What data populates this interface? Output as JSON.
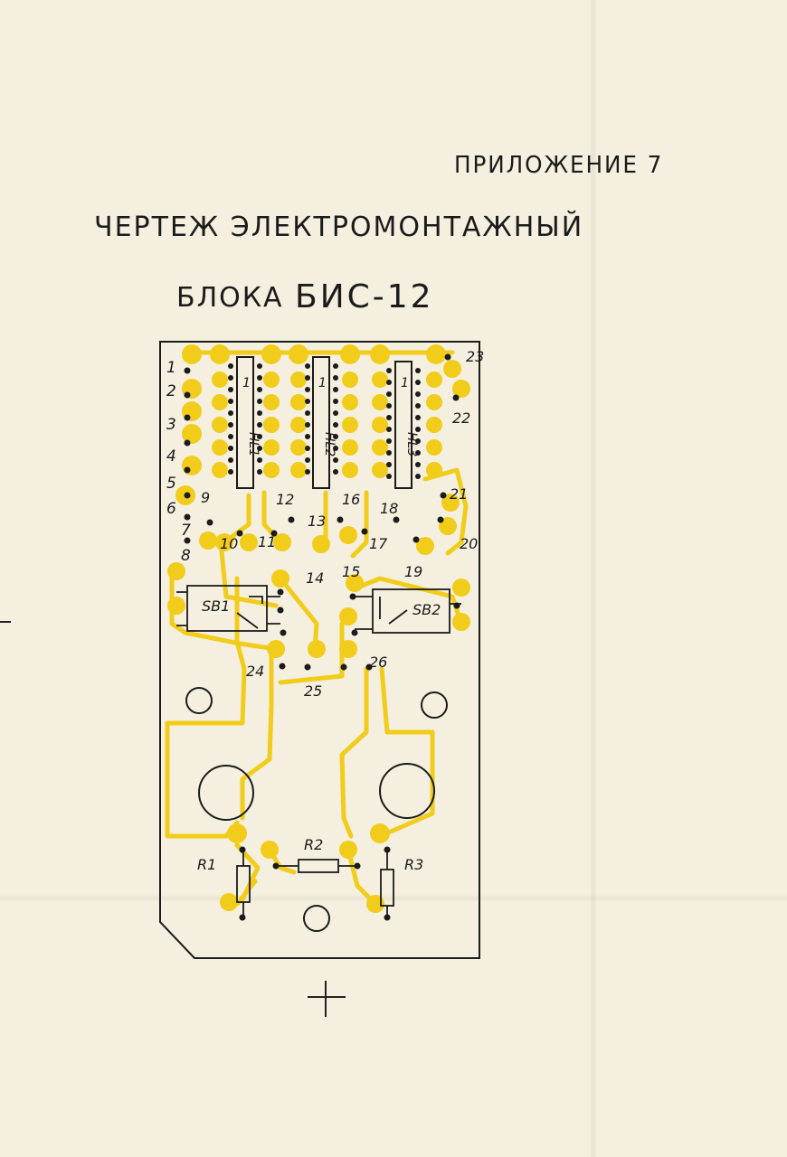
{
  "header": {
    "appendix": "ПРИЛОЖЕНИЕ 7",
    "title_line1": "ЧЕРТЕЖ ЭЛЕКТРОМОНТАЖНЫЙ",
    "title_line2_prefix": "БЛОКА",
    "title_line2_device": "БИС-12"
  },
  "board": {
    "edge_pins": [
      "1",
      "2",
      "3",
      "4",
      "5",
      "6",
      "7",
      "8"
    ],
    "pads": [
      "9",
      "10",
      "11",
      "12",
      "13",
      "14",
      "15",
      "16",
      "17",
      "18",
      "19",
      "20",
      "21",
      "22",
      "23",
      "24",
      "25",
      "26"
    ],
    "chips": [
      {
        "ref": "HL1",
        "pin1": "1"
      },
      {
        "ref": "HL2",
        "pin1": "1"
      },
      {
        "ref": "HL3",
        "pin1": "1"
      }
    ],
    "switches": [
      "SB1",
      "SB2"
    ],
    "resistors": [
      "R1",
      "R2",
      "R3"
    ]
  },
  "colors": {
    "paper": "#f4efde",
    "ink": "#1b1b1b",
    "copper": "#f2cc1a"
  }
}
